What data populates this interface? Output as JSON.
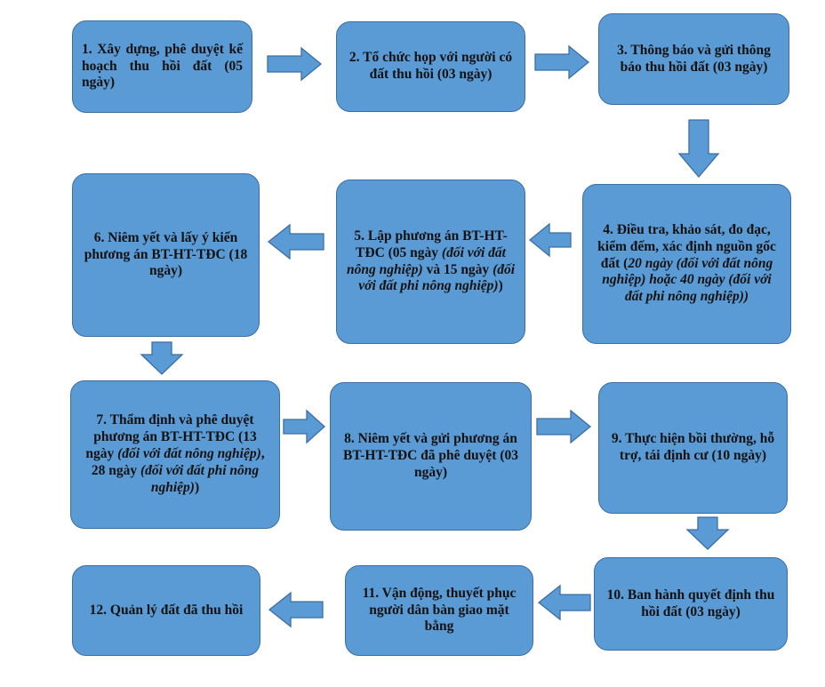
{
  "steps": [
    {
      "id": "1",
      "segments": [
        {
          "t": "1. Xây dựng, phê duyệt kế hoạch thu hồi đất (05 ngày)",
          "i": false
        }
      ]
    },
    {
      "id": "2",
      "segments": [
        {
          "t": "2. Tổ chức họp với người có đất thu hồi (03 ngày)",
          "i": false
        }
      ]
    },
    {
      "id": "3",
      "segments": [
        {
          "t": "3. Thông báo và gửi thông báo thu hồi đất (03 ngày)",
          "i": false
        }
      ]
    },
    {
      "id": "4",
      "segments": [
        {
          "t": "4. Điều tra, khảo sát, đo đạc, kiểm đếm, xác định nguồn gốc đất (",
          "i": false
        },
        {
          "t": "20 ngày (đối với đất nông nghiệp) hoặc 40 ngày (đối với đất phi nông nghiệp))",
          "i": true
        }
      ]
    },
    {
      "id": "5",
      "segments": [
        {
          "t": "5. Lập phương án BT-HT-TĐC (05 ngày ",
          "i": false
        },
        {
          "t": "(đối với đất nông nghiệp)",
          "i": true
        },
        {
          "t": " và 15 ngày ",
          "i": false
        },
        {
          "t": "(đối với đất phi nông nghiệp)",
          "i": true
        },
        {
          "t": ")",
          "i": false
        }
      ]
    },
    {
      "id": "6",
      "segments": [
        {
          "t": "6. Niêm yết và lấy ý kiến phương án BT-HT-TĐC (18 ngày)",
          "i": false
        }
      ]
    },
    {
      "id": "7",
      "segments": [
        {
          "t": "7. Thẩm định và phê duyệt phương án BT-HT-TĐC (13 ngày ",
          "i": false
        },
        {
          "t": "(đối với đất nông nghiệp)",
          "i": true
        },
        {
          "t": ", 28 ngày ",
          "i": false
        },
        {
          "t": "(đối với đất phi nông nghiệp)",
          "i": true
        },
        {
          "t": ")",
          "i": false
        }
      ]
    },
    {
      "id": "8",
      "segments": [
        {
          "t": "8. Niêm yết và gửi phương án BT-HT-TĐC đã phê duyệt (03 ngày)",
          "i": false
        }
      ]
    },
    {
      "id": "9",
      "segments": [
        {
          "t": "9. Thực hiện bồi thường, hỗ trợ, tái định cư (10 ngày)",
          "i": false
        }
      ]
    },
    {
      "id": "10",
      "segments": [
        {
          "t": "10. Ban hành quyết định thu hồi đất (03 ngày)",
          "i": false
        }
      ]
    },
    {
      "id": "11",
      "segments": [
        {
          "t": "11. Vận động, thuyết phục người dân bàn giao mặt bằng",
          "i": false
        }
      ]
    },
    {
      "id": "12",
      "segments": [
        {
          "t": "12. Quản lý đất đã thu hồi",
          "i": false
        }
      ]
    }
  ],
  "arrows": [
    {
      "from": "1",
      "to": "2",
      "direction": "right"
    },
    {
      "from": "2",
      "to": "3",
      "direction": "right"
    },
    {
      "from": "3",
      "to": "4",
      "direction": "down"
    },
    {
      "from": "4",
      "to": "5",
      "direction": "left"
    },
    {
      "from": "5",
      "to": "6",
      "direction": "left"
    },
    {
      "from": "6",
      "to": "7",
      "direction": "down"
    },
    {
      "from": "7",
      "to": "8",
      "direction": "right"
    },
    {
      "from": "8",
      "to": "9",
      "direction": "right"
    },
    {
      "from": "9",
      "to": "10",
      "direction": "down"
    },
    {
      "from": "10",
      "to": "11",
      "direction": "left"
    },
    {
      "from": "11",
      "to": "12",
      "direction": "left"
    }
  ],
  "colors": {
    "box_fill": "#5b9bd5",
    "box_border": "#3b6ea5",
    "text": "#111111",
    "background": "#ffffff"
  }
}
